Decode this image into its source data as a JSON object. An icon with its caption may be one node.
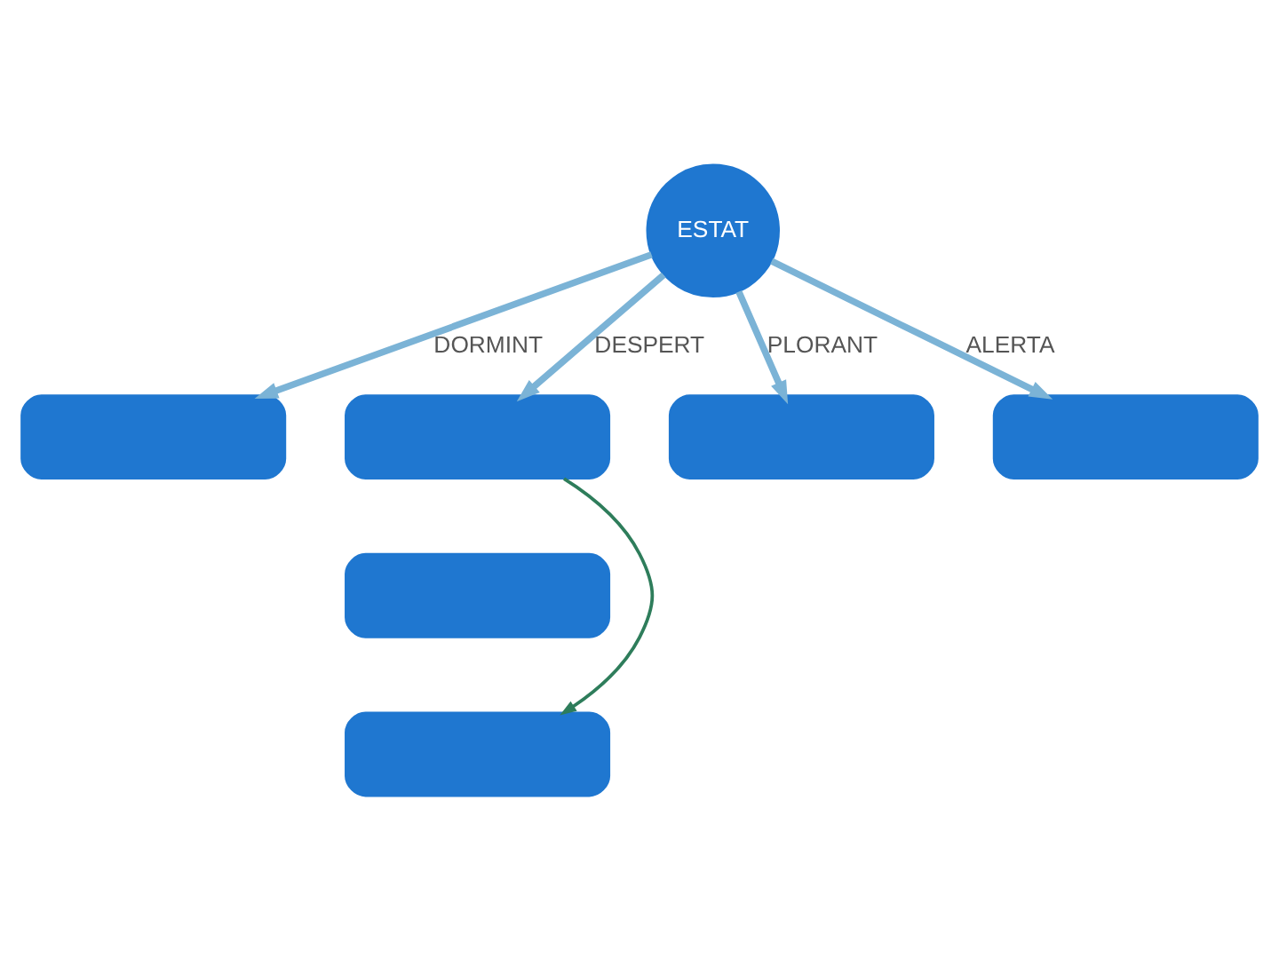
{
  "diagram": {
    "nodes": [
      {
        "text": [
          "ESTAT"
        ]
      },
      {
        "text": [],
        "shape": "box"
      },
      {
        "text": [],
        "shape": "box"
      },
      {
        "text": [],
        "shape": "box"
      },
      {
        "text": [],
        "shape": "box"
      },
      {
        "text": [],
        "shape": "box"
      },
      {
        "text": [],
        "shape": "box"
      }
    ],
    "edges": [
      {
        "from": 0,
        "to": 2,
        "arrow": "to",
        "label": "DESPERT"
      },
      {
        "from": 0,
        "to": 1,
        "arrow": "to",
        "label": "DORMINT"
      },
      {
        "from": 0,
        "to": 5,
        "arrow": "to",
        "label": "PLORANT"
      },
      {
        "from": 0,
        "to": 6,
        "arrow": "to",
        "label": "ALERTA"
      },
      {
        "from": 2,
        "to": 4,
        "arrow": "to",
        "color": "#2e7d5b"
      }
    ]
  }
}
